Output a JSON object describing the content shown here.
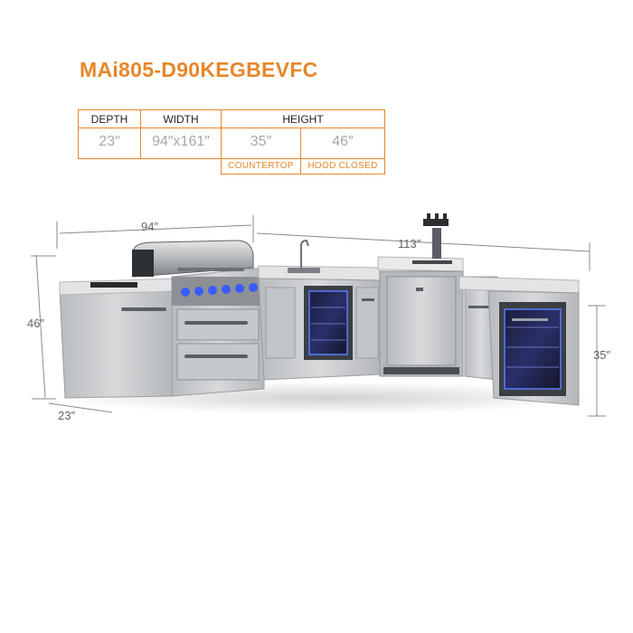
{
  "product": {
    "model": "MAi805-D90KEGBEVFC"
  },
  "spec_table": {
    "headers": {
      "depth": "DEPTH",
      "width": "WIDTH",
      "height": "HEIGHT"
    },
    "values": {
      "depth": "23″",
      "width": "94″x161″",
      "height_countertop": "35″",
      "height_hood_closed": "46″"
    },
    "sublabels": {
      "countertop": "COUNTERTOP",
      "hood_closed": "HOOD CLOSED"
    }
  },
  "dimensions": {
    "grill_width": "94″",
    "run_width": "113″",
    "overall_height": "46″",
    "depth": "23″",
    "counter_height": "35″"
  },
  "colors": {
    "accent": "#e7872b",
    "steel": "#c9cbcd",
    "led": "#3a5cff"
  }
}
